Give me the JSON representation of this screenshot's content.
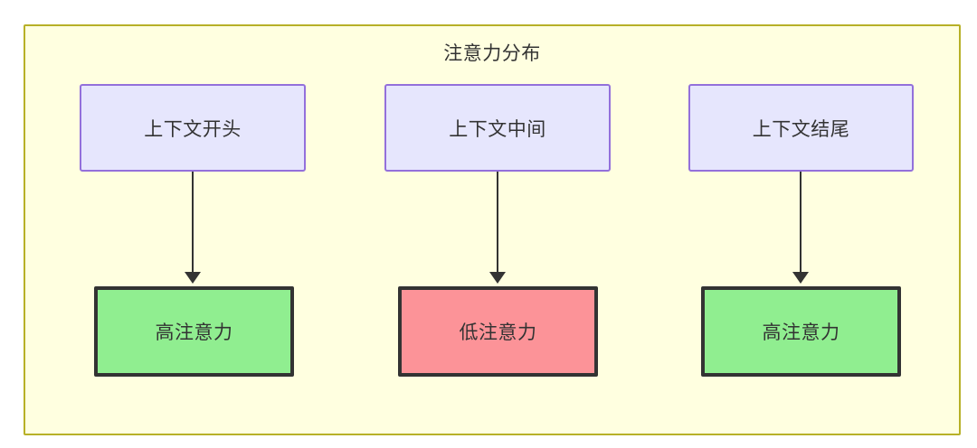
{
  "diagram": {
    "title": "注意力分布",
    "colors": {
      "container_fill": "#ffffe0",
      "container_border": "#b7b027",
      "source_fill": "#e6e6fd",
      "source_border": "#9370db",
      "high_fill": "#90ee90",
      "low_fill": "#fc9398",
      "node_border": "#333333",
      "edge": "#333333"
    },
    "columns": [
      {
        "source_label": "上下文开头",
        "result_label": "高注意力",
        "result_kind": "high"
      },
      {
        "source_label": "上下文中间",
        "result_label": "低注意力",
        "result_kind": "low"
      },
      {
        "source_label": "上下文结尾",
        "result_label": "高注意力",
        "result_kind": "high"
      }
    ]
  }
}
